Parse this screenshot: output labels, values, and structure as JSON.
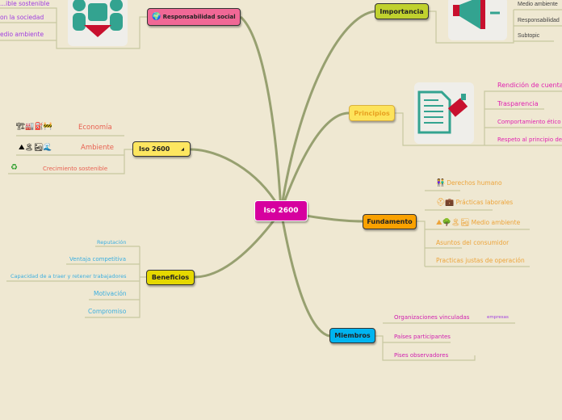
{
  "central": {
    "label": "Iso 2600",
    "color": "#d6009f"
  },
  "responsabilidad": {
    "label": "Responsabilidad social",
    "color": "#f06896",
    "items": [
      "...ible sostenible",
      "on la sociedad",
      "edio ambiente"
    ],
    "item_color": "#a03ee0"
  },
  "importancia": {
    "label": "Importancia",
    "color": "#c0d12e",
    "items": [
      "Medio ambiente",
      "Responsabilidad",
      "Subtopic"
    ]
  },
  "principios": {
    "label": "Principios",
    "color": "#fde35b",
    "items": [
      "Rendición de cuentas",
      "Trasparencia",
      "Comportamiento ético",
      "Respeto al principio de"
    ],
    "item_color": "#e020b0"
  },
  "fundamento": {
    "label": "Fundamento",
    "color": "#f9a100",
    "items": [
      "Derechos humano",
      "Prácticas laborales",
      "Medio ambiente",
      "Asuntos del consumidor",
      "Practicas justas de operación"
    ],
    "item_color": "#eda43a"
  },
  "miembros": {
    "label": "Miembros",
    "color": "#00b4f0",
    "items": [
      "Organizaciones vinculadas",
      "Países participantes",
      "Pises observadores"
    ],
    "sub": "empresas",
    "item_color": "#d020b0"
  },
  "beneficios": {
    "label": "Beneficios",
    "color": "#e5d800",
    "items": [
      "Reputación",
      "Ventaja competitiva",
      "Capacidad de a traer y retener trabajadores",
      "Motivación",
      "Compromiso"
    ],
    "item_color": "#3aaee0"
  },
  "iso": {
    "label": "Iso 2600",
    "color": "#fde660",
    "items": [
      "Economía",
      "Ambiente",
      "Crecimiento sostenible"
    ],
    "item_color": "#e86050"
  },
  "icons": {
    "social": "people-icon",
    "importancia": "megaphone-icon",
    "principios": "document-stamp-icon"
  }
}
